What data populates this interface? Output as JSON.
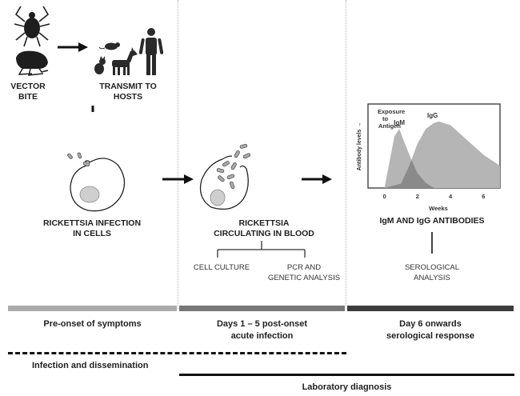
{
  "column1": {
    "vector_label": [
      "VECTOR",
      "BITE"
    ],
    "hosts_label": "TRANSMIT TO HOSTS",
    "infection_label": [
      "RICKETTSIA INFECTION",
      "IN CELLS"
    ]
  },
  "column2": {
    "circulating_label": [
      "RICKETTSIA",
      "CIRCULATING IN BLOOD"
    ],
    "method_left": "CELL CULTURE",
    "method_right": [
      "PCR AND",
      "GENETIC ANALYSIS"
    ]
  },
  "column3": {
    "antibodies_label": "IgM AND IgG ANTIBODIES",
    "method": [
      "SEROLOGICAL",
      "ANALYSIS"
    ]
  },
  "phases": [
    {
      "label": [
        "Pre-onset of symptoms"
      ],
      "color": "#ababab"
    },
    {
      "label": [
        "Days 1 – 5 post-onset",
        "acute infection"
      ],
      "color": "#777777"
    },
    {
      "label": [
        "Day 6 onwards",
        "serological response"
      ],
      "color": "#3c3c3c"
    }
  ],
  "spans": {
    "dashed": "Infection and dissemination",
    "solid": "Laboratory diagnosis"
  },
  "chart_data": {
    "type": "area",
    "title": "",
    "annotation": [
      "Exposure",
      "to",
      "Antigen"
    ],
    "xlabel": "Weeks",
    "ylabel": "Antibody levels →",
    "xlim": [
      -1,
      7
    ],
    "ylim": [
      0,
      1
    ],
    "xticks": [
      0,
      2,
      4,
      6
    ],
    "series": [
      {
        "name": "IgM",
        "x": [
          0,
          0.3,
          0.6,
          0.9,
          1.2,
          1.6,
          2.0,
          2.5,
          3.0
        ],
        "values": [
          0,
          0.35,
          0.7,
          0.8,
          0.62,
          0.4,
          0.2,
          0.07,
          0
        ],
        "color": "#b5b5b5"
      },
      {
        "name": "IgG",
        "x": [
          0,
          1,
          1.5,
          2,
          2.5,
          3,
          3.3,
          4,
          5,
          6,
          7
        ],
        "values": [
          0,
          0.06,
          0.3,
          0.6,
          0.8,
          0.88,
          0.9,
          0.85,
          0.65,
          0.45,
          0.3
        ],
        "color": "#b5b5b5"
      }
    ],
    "overlap_color": "#8a8a8a",
    "grid": false,
    "legend": "none"
  },
  "icons": [
    "tick-icon",
    "flea-icon",
    "rat-icon",
    "cat-icon",
    "dog-icon",
    "human-icon",
    "infected-cell-icon",
    "bursting-cell-icon"
  ]
}
